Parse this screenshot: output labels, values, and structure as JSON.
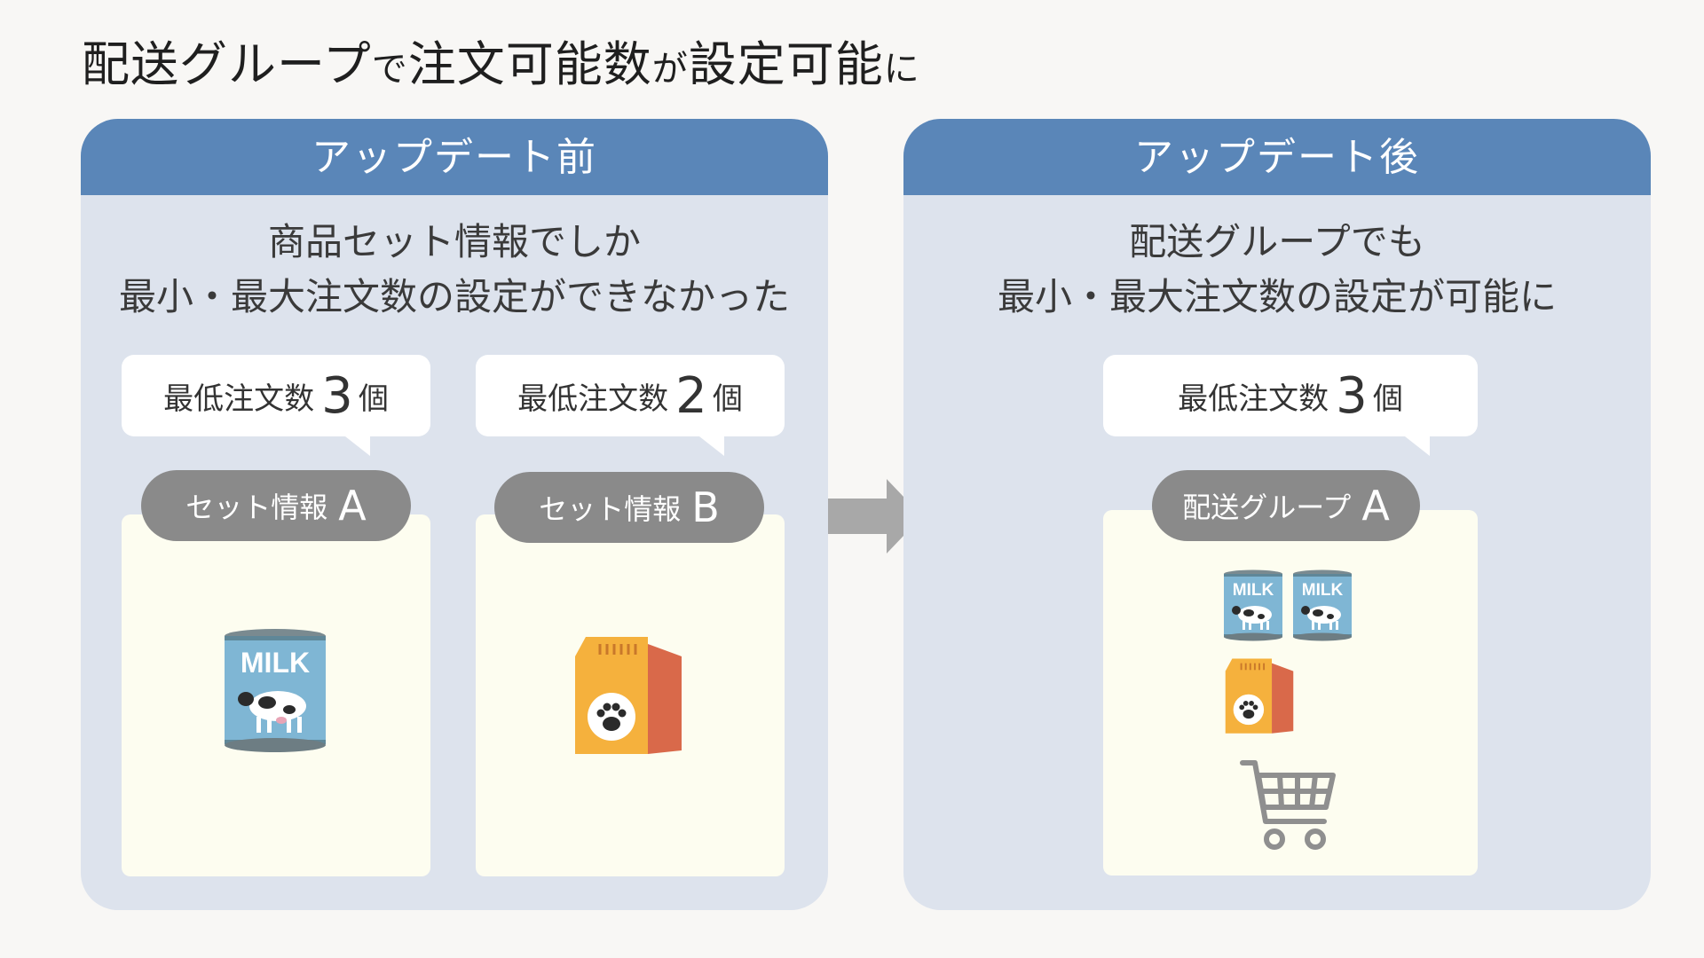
{
  "title": {
    "part1": "配送グループ",
    "part2": "で",
    "part3": "注文可能数",
    "part4": "が",
    "part5": "設定可能",
    "part6": "に"
  },
  "before": {
    "header": "アップデート前",
    "desc_line1": "商品セット情報でしか",
    "desc_line2": "最小・最大注文数の設定ができなかった",
    "cards": [
      {
        "bubble_label": "最低注文数",
        "bubble_count": "3",
        "bubble_unit": "個",
        "pill_label": "セット情報",
        "pill_letter": "A"
      },
      {
        "bubble_label": "最低注文数",
        "bubble_count": "2",
        "bubble_unit": "個",
        "pill_label": "セット情報",
        "pill_letter": "B"
      }
    ]
  },
  "after": {
    "header": "アップデート後",
    "desc_line1": "配送グループでも",
    "desc_line2": "最小・最大注文数の設定が可能に",
    "card": {
      "bubble_label": "最低注文数",
      "bubble_count": "3",
      "bubble_unit": "個",
      "pill_label": "配送グループ",
      "pill_letter": "A"
    }
  },
  "icons": {
    "milk_label": "MILK",
    "milk_can": "milk-can-icon",
    "pet_food": "pet-food-bag-icon",
    "cart": "shopping-cart-icon",
    "arrow": "right-arrow-icon"
  },
  "colors": {
    "header": "#5a86b8",
    "panel": "#dde3ed",
    "box": "#fdfdf0",
    "pill": "#8a8a8a",
    "can": "#7fb6d4",
    "bag": "#f5b13d",
    "bag_side": "#d9694a",
    "arrow": "#a8a8a8"
  }
}
